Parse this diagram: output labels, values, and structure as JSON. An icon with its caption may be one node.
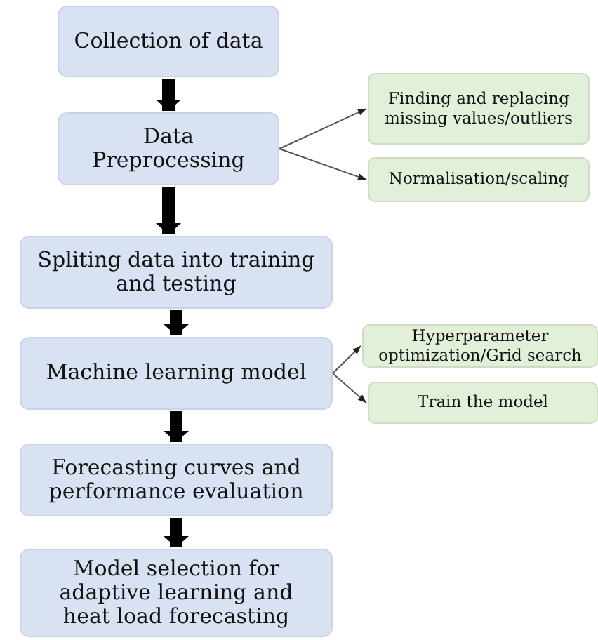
{
  "diagram": {
    "nodes": [
      {
        "text": [
          "Collection of data"
        ]
      },
      {
        "text": [
          "Data Preprocessing"
        ]
      },
      {
        "text": [
          "Finding and replacing missing values/outliers"
        ]
      },
      {
        "text": [
          "Normalisation/scaling"
        ]
      },
      {
        "text": [
          "Spliting data into training and testing"
        ]
      },
      {
        "text": [
          "Machine learning model"
        ]
      },
      {
        "text": [
          "Hyperparameter optimization/Grid search"
        ]
      },
      {
        "text": [
          "Train the model"
        ]
      },
      {
        "text": [
          "Forecasting curves and performance evaluation"
        ]
      },
      {
        "text": [
          "Model selection for adaptive learning and heat load forecasting"
        ]
      }
    ],
    "edges": [
      {
        "from": 0,
        "to": 1,
        "arrow": "to"
      },
      {
        "from": 1,
        "to": 2,
        "arrow": "to"
      },
      {
        "from": 1,
        "to": 3,
        "arrow": "to"
      },
      {
        "from": 1,
        "to": 4,
        "arrow": "to"
      },
      {
        "from": 4,
        "to": 5,
        "arrow": "to"
      },
      {
        "from": 5,
        "to": 6,
        "arrow": "to"
      },
      {
        "from": 5,
        "to": 7,
        "arrow": "to"
      },
      {
        "from": 5,
        "to": 8,
        "arrow": "to"
      },
      {
        "from": 8,
        "to": 9,
        "arrow": "to"
      }
    ]
  }
}
